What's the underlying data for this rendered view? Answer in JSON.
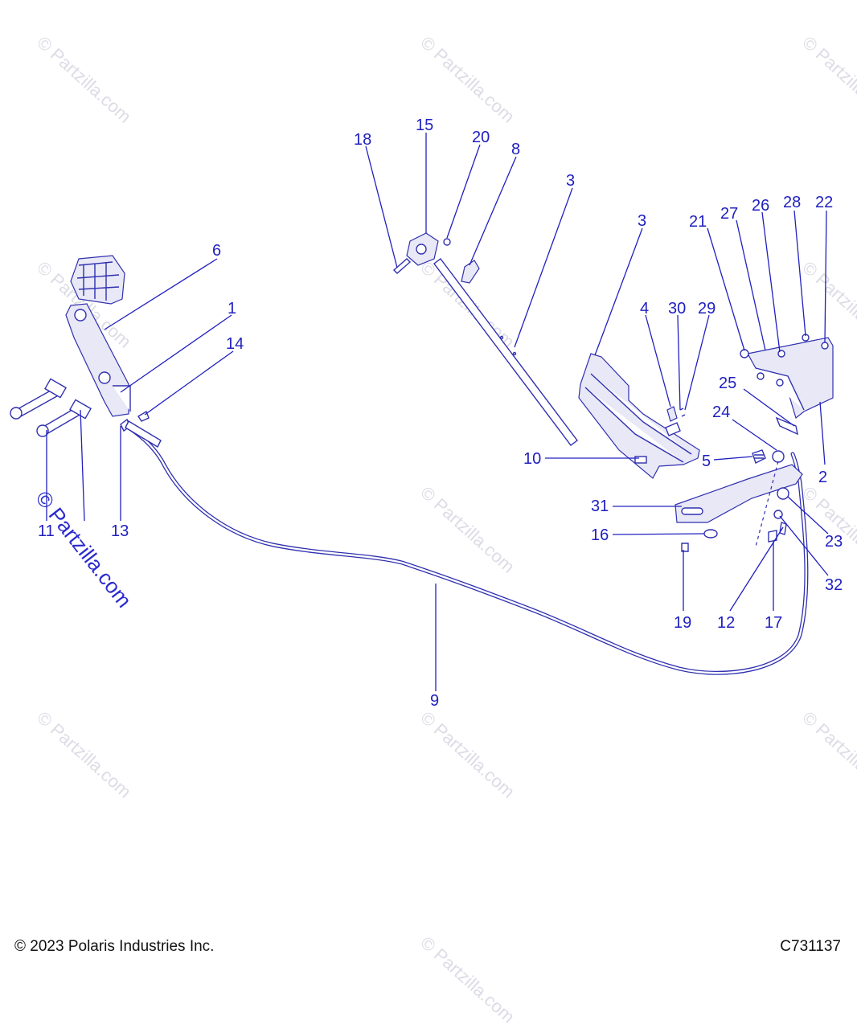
{
  "watermark": {
    "text": "© Partzilla.com"
  },
  "footer": {
    "copyright": "© 2023 Polaris Industries Inc.",
    "diagram_code": "C731137"
  },
  "callouts": {
    "c1": "1",
    "c2": "2",
    "c3a": "3",
    "c3b": "3",
    "c4": "4",
    "c5": "5",
    "c6": "6",
    "c8": "8",
    "c9": "9",
    "c10": "10",
    "c11": "11",
    "c12": "12",
    "c13": "13",
    "c14": "14",
    "c15": "15",
    "c16": "16",
    "c17": "17",
    "c18": "18",
    "c19": "19",
    "c20": "20",
    "c21": "21",
    "c22": "22",
    "c23": "23",
    "c24": "24",
    "c25": "25",
    "c26": "26",
    "c27": "27",
    "c28": "28",
    "c29": "29",
    "c30": "30",
    "c31": "31",
    "c32": "32"
  },
  "colors": {
    "callout": "#2020c0",
    "linework": "#3030b0",
    "watermark": "#dcdce6"
  }
}
